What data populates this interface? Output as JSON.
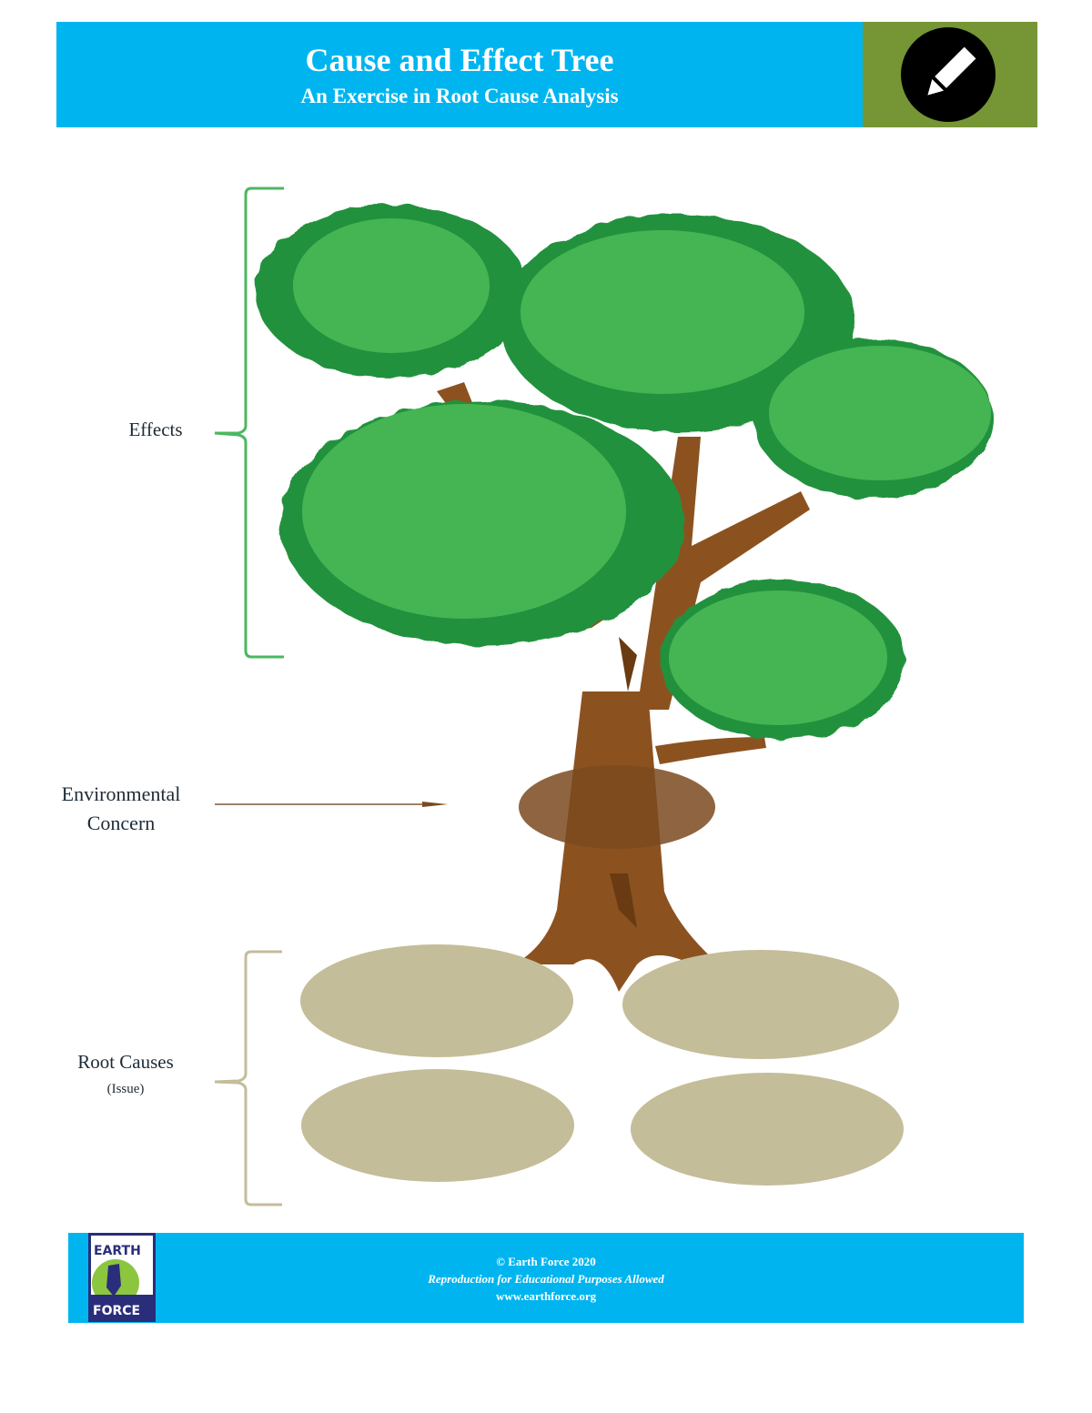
{
  "header": {
    "title": "Cause and Effect Tree",
    "subtitle": "An Exercise in Root Cause Analysis",
    "icon": "pencil-icon",
    "colors": {
      "banner": "#00b5ef",
      "icon_box": "#769535"
    }
  },
  "diagram": {
    "labels": {
      "effects": "Effects",
      "environmental_concern_line1": "Environmental",
      "environmental_concern_line2": "Concern",
      "root_causes": "Root Causes",
      "root_causes_sub": "(Issue)"
    },
    "effects_boxes": 5,
    "concern_boxes": 1,
    "root_cause_boxes": 4,
    "colors": {
      "leaf_light": "#45b553",
      "leaf_dark": "#23913c",
      "trunk": "#8b5220",
      "concern": "#7a4a1e",
      "root_ellipse": "#c4bd99",
      "effects_bracket": "#4cb761",
      "roots_bracket": "#c4bd99"
    }
  },
  "footer": {
    "copyright": "© Earth Force 2020",
    "notice": "Reproduction for Educational Purposes Allowed",
    "url": "www.earthforce.org",
    "logo_top": "EARTH",
    "logo_bottom": "FORCE"
  }
}
